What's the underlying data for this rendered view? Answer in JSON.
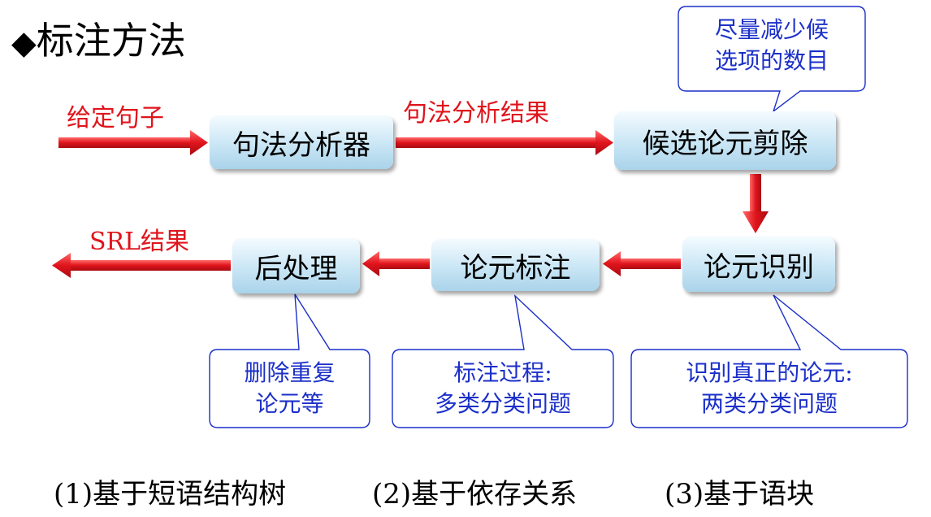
{
  "title": "标注方法",
  "boxes": {
    "parser": "句法分析器",
    "pruning": "候选论元剪除",
    "identify": "论元识别",
    "label": "论元标注",
    "post": "后处理"
  },
  "edges": {
    "input": "给定句子",
    "parse_result": "句法分析结果",
    "output": "SRL结果"
  },
  "callouts": {
    "pruning": [
      "尽量减少候",
      "选项的数目"
    ],
    "post": [
      "删除重复",
      "论元等"
    ],
    "label": [
      "标注过程:",
      "多类分类问题"
    ],
    "identify": [
      "识别真正的论元:",
      "两类分类问题"
    ]
  },
  "bottom": [
    "(1)基于短语结构树",
    "(2)基于依存关系",
    "(3)基于语块"
  ],
  "colors": {
    "arrow": "#e0141c",
    "callout": "#1b2fc9",
    "box": "#c9e6f5"
  }
}
